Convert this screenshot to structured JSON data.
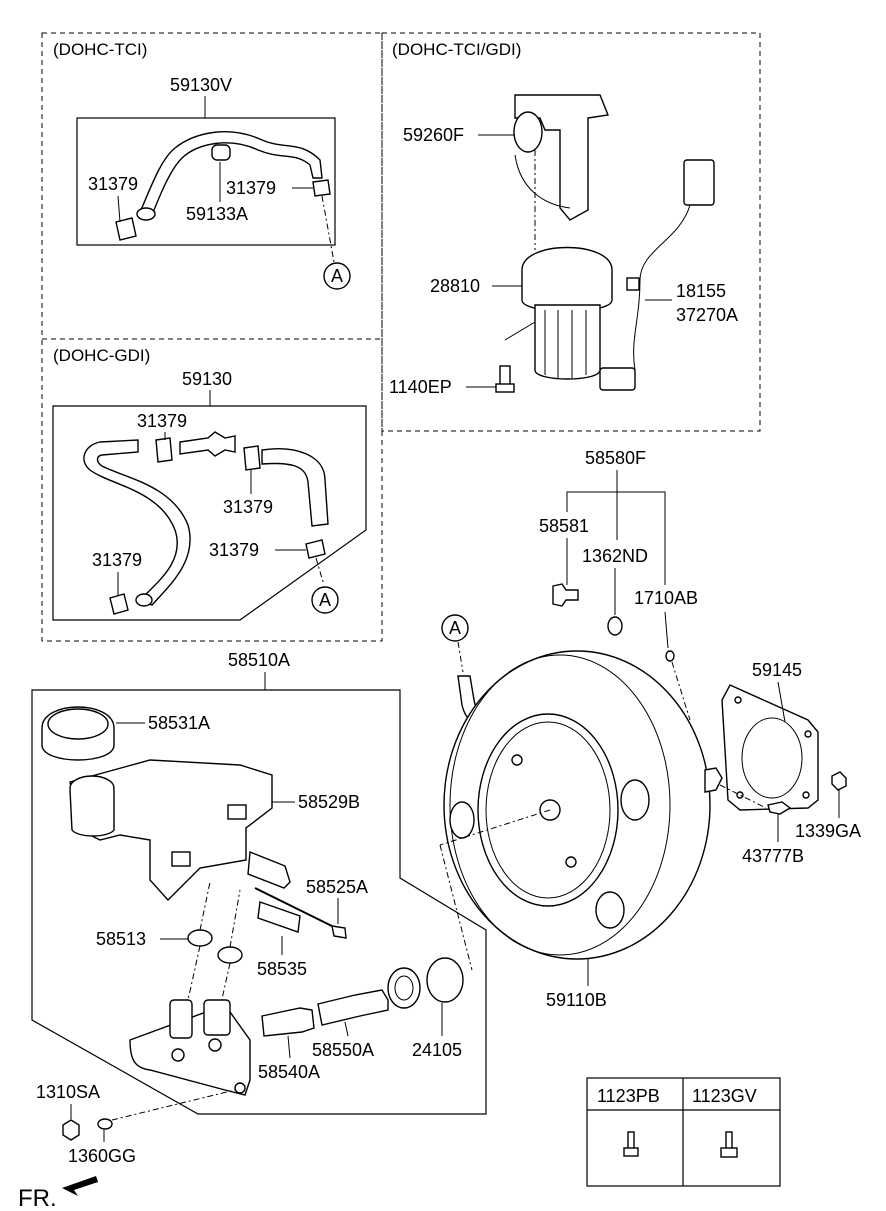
{
  "sections": {
    "tci": "(DOHC-TCI)",
    "tci_gdi": "(DOHC-TCI/GDI)",
    "gdi": "(DOHC-GDI)"
  },
  "labels": {
    "hose_tci": "59130V",
    "clamp_tci_left": "31379",
    "hose_small": "59133A",
    "clamp_tci_right": "31379",
    "bracket": "59260F",
    "pump": "28810",
    "bolt_pump": "1140EP",
    "harness_1": "18155",
    "harness_2": "37270A",
    "hose_gdi": "59130",
    "clamp_gdi_top": "31379",
    "clamp_gdi_mid": "31379",
    "clamp_gdi_left": "31379",
    "clamp_gdi_right": "31379",
    "kit": "58580F",
    "kit_bolt": "58581",
    "kit_ring": "1362ND",
    "kit_pin": "1710AB",
    "cylinder_assy": "58510A",
    "cap": "58531A",
    "reservoir": "58529B",
    "pin": "58525A",
    "grommet": "58513",
    "sensor": "58535",
    "piston_primary": "58550A",
    "piston_secondary": "58540A",
    "oring": "24105",
    "booster": "59110B",
    "gasket": "59145",
    "nut": "1339GA",
    "clevis": "43777B",
    "nut_cyl": "1310SA",
    "washer": "1360GG"
  },
  "callout": "A",
  "legend": {
    "col1": "1123PB",
    "col2": "1123GV"
  },
  "direction": "FR."
}
